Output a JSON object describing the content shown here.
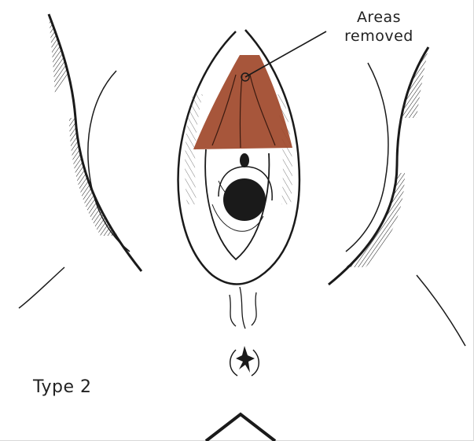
{
  "callout": {
    "line1": "Areas",
    "line2": "removed"
  },
  "type_label": "Type 2",
  "colors": {
    "removed_area": "#a0482a",
    "ink": "#1a1a1a",
    "background": "#ffffff"
  }
}
